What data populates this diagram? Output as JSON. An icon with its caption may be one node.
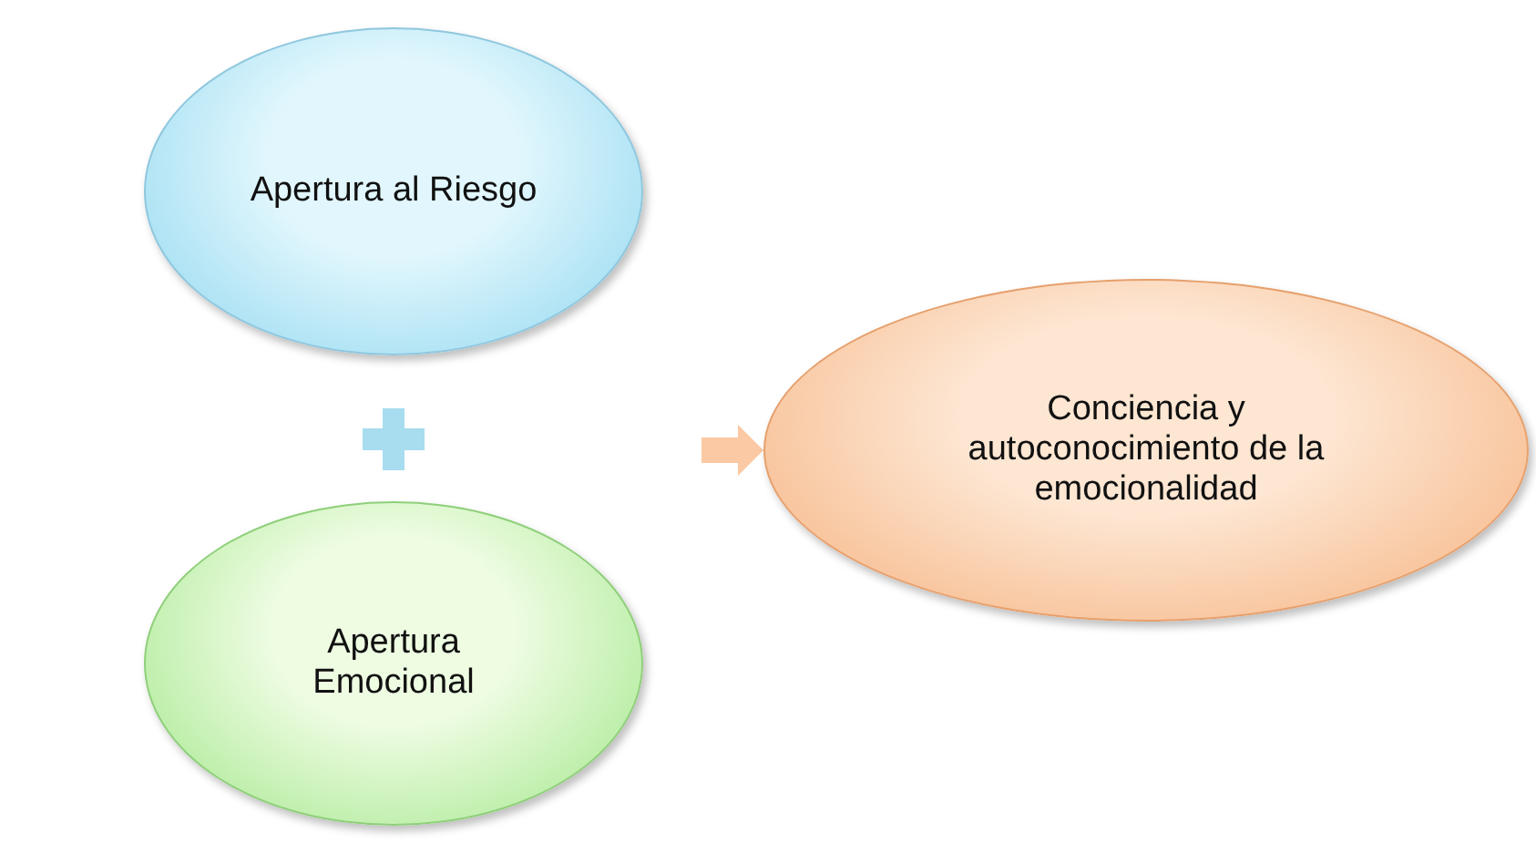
{
  "diagram": {
    "nodes": [
      {
        "text": [
          "Apertura al Riesgo"
        ]
      },
      {
        "text": [
          "Apertura Emocional"
        ]
      },
      {
        "text": [
          "Conciencia y autoconocimiento de la emocionalidad"
        ]
      }
    ],
    "edges": [
      {
        "from": null,
        "to": 2,
        "arrow": "to"
      }
    ]
  }
}
